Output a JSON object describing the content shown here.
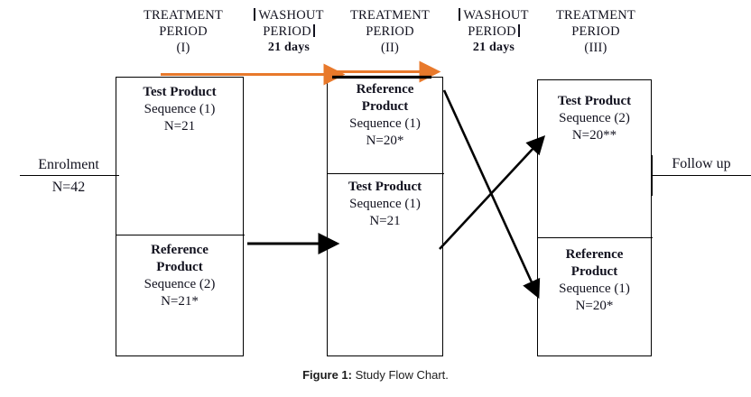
{
  "figure": {
    "caption_label": "Figure 1:",
    "caption_text": " Study Flow Chart."
  },
  "colors": {
    "accent_orange": "#E8792B",
    "line_black": "#000000",
    "text": "#12121f",
    "background": "#ffffff"
  },
  "headers": [
    {
      "line1": "TREATMENT",
      "line2": "PERIOD",
      "line3": "(I)"
    },
    {
      "line1": "WASHOUT",
      "line2": "PERIOD",
      "line3": "21 days"
    },
    {
      "line1": "TREATMENT",
      "line2": "PERIOD",
      "line3": "(II)"
    },
    {
      "line1": "WASHOUT",
      "line2": "PERIOD",
      "line3": "21 days"
    },
    {
      "line1": "TREATMENT",
      "line2": "PERIOD",
      "line3": "(III)"
    }
  ],
  "enrolment": {
    "title": "Enrolment",
    "count": "N=42"
  },
  "followup": {
    "title": "Follow up"
  },
  "periods": [
    {
      "id": "period-1",
      "cells": [
        {
          "product": "Test Product",
          "sequence": "Sequence (1)",
          "n": "N=21"
        },
        {
          "product": "Reference Product",
          "sequence": "Sequence (2)",
          "n": "N=21*"
        }
      ]
    },
    {
      "id": "period-2",
      "cells": [
        {
          "product": "Reference Product",
          "sequence": "Sequence (1)",
          "n": "N=20*"
        },
        {
          "product": "Test Product",
          "sequence": "Sequence (1)",
          "n": "N=21"
        }
      ]
    },
    {
      "id": "period-3",
      "cells": [
        {
          "product": "Test Product",
          "sequence": "Sequence (2)",
          "n": "N=20**"
        },
        {
          "product": "Reference Product",
          "sequence": "Sequence (1)",
          "n": "N=20*"
        }
      ]
    }
  ],
  "flow_arrows": [
    {
      "name": "orange-arrow-p1-to-p2",
      "color": "#E8792B"
    },
    {
      "name": "orange-arrow-over-p2",
      "color": "#E8792B"
    },
    {
      "name": "black-arrow-p1-lower-to-p2",
      "color": "#000000"
    },
    {
      "name": "black-arrow-p2-upper-to-p3-lower",
      "color": "#000000"
    },
    {
      "name": "black-arrow-p2-lower-to-p3-upper",
      "color": "#000000"
    }
  ]
}
